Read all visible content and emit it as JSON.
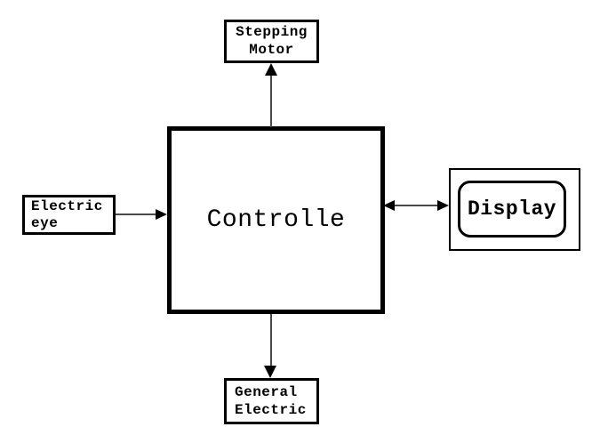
{
  "diagram": {
    "background_color": "#ffffff",
    "line_color": "#000000",
    "nodes": {
      "controller": {
        "label": "Controlle"
      },
      "stepping_motor": {
        "line1": "Stepping",
        "line2": "Motor"
      },
      "electric_eye": {
        "line1": "Electric",
        "line2": "eye"
      },
      "display": {
        "label": "Display"
      },
      "general_electric": {
        "line1": "General",
        "line2": "Electric"
      }
    },
    "connections": [
      {
        "from": "controller",
        "to": "stepping_motor",
        "direction": "up",
        "arrow": "single"
      },
      {
        "from": "electric_eye",
        "to": "controller",
        "direction": "right",
        "arrow": "single"
      },
      {
        "from": "controller",
        "to": "display",
        "direction": "horizontal",
        "arrow": "double"
      },
      {
        "from": "controller",
        "to": "general_electric",
        "direction": "down",
        "arrow": "single"
      }
    ]
  }
}
